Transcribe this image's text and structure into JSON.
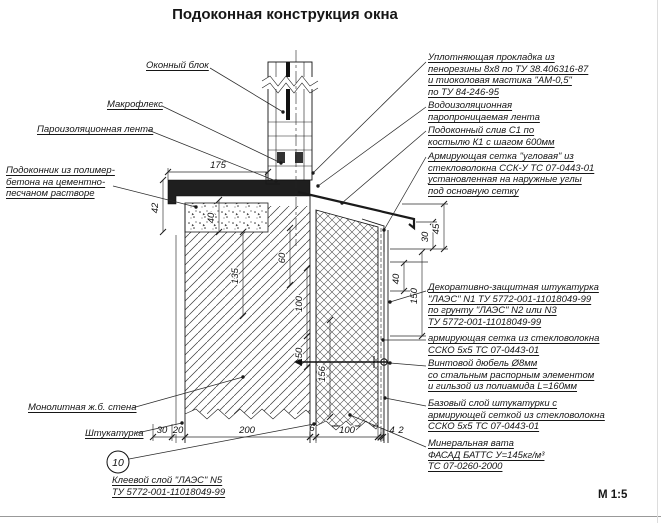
{
  "title": "Подоконная конструкция окна",
  "scale_label": "М 1:5",
  "detail_marker": "10",
  "callouts": {
    "left": [
      {
        "text": "Оконный блок"
      },
      {
        "text": "Макрофлекс"
      },
      {
        "text": "Пароизоляционная лента"
      },
      {
        "text": "Подоконник из полимер-\nбетона на цементно-\nпесчаном растворе"
      },
      {
        "text": "Монолитная ж.б. стена"
      },
      {
        "text": "Штукатурка"
      },
      {
        "text": "Клеевой слой \"ЛАЭС\" N5\nТУ 5772-001-11018049-99"
      }
    ],
    "right": [
      {
        "text": "Уплотняющая прокладка из\nпенорезины 8х8 по ТУ 38.406316-87\nи тиоколовая мастика \"АМ-0,5\"\nпо ТУ 84-246-95"
      },
      {
        "text": "Водоизоляционная\nпаропроницаемая лента"
      },
      {
        "text": "Подоконный слив С1 по\nкостылю К1 с шагом 600мм"
      },
      {
        "text": "Армирующая сетка \"угловая\" из\nстекловолокна ССК-У ТС 07-0443-01\nустановленная на наружные углы\nпод основную сетку"
      },
      {
        "text": "Декоративно-защитная штукатурка\n\"ЛАЭС\" N1 ТУ 5772-001-11018049-99\nпо грунту \"ЛАЭС\" N2 или N3\nТУ 5772-001-11018049-99"
      },
      {
        "text": "армирующая сетка из стекловолокна\nССКО 5х5 ТС 07-0443-01"
      },
      {
        "text": "Винтовой дюбель Ø8мм\nсо стальным распорным элементом\nи гильзой из полиамида L=160мм"
      },
      {
        "text": "Базовый слой штукатурки с\nармирующей сеткой из стекловолокна\nССКО 5х5 ТС 07-0443-01"
      },
      {
        "text": "Минеральная вата\nФАСАД БАТТС У=145кг/м³\nТС 07-0260-2000"
      }
    ]
  },
  "dims": {
    "top175": "175",
    "left42": "42",
    "left40": "40",
    "mid135": "135",
    "mid60": "60",
    "mid100": "100",
    "mid50": "50",
    "mid156": "156",
    "right40": "40",
    "right150": "150",
    "right30": "30",
    "right45": "45",
    "bot30": "30",
    "bot20": "20",
    "bot200": "200",
    "bot6": "6",
    "bot100": "100",
    "bot4": "4",
    "bot2": "2"
  }
}
